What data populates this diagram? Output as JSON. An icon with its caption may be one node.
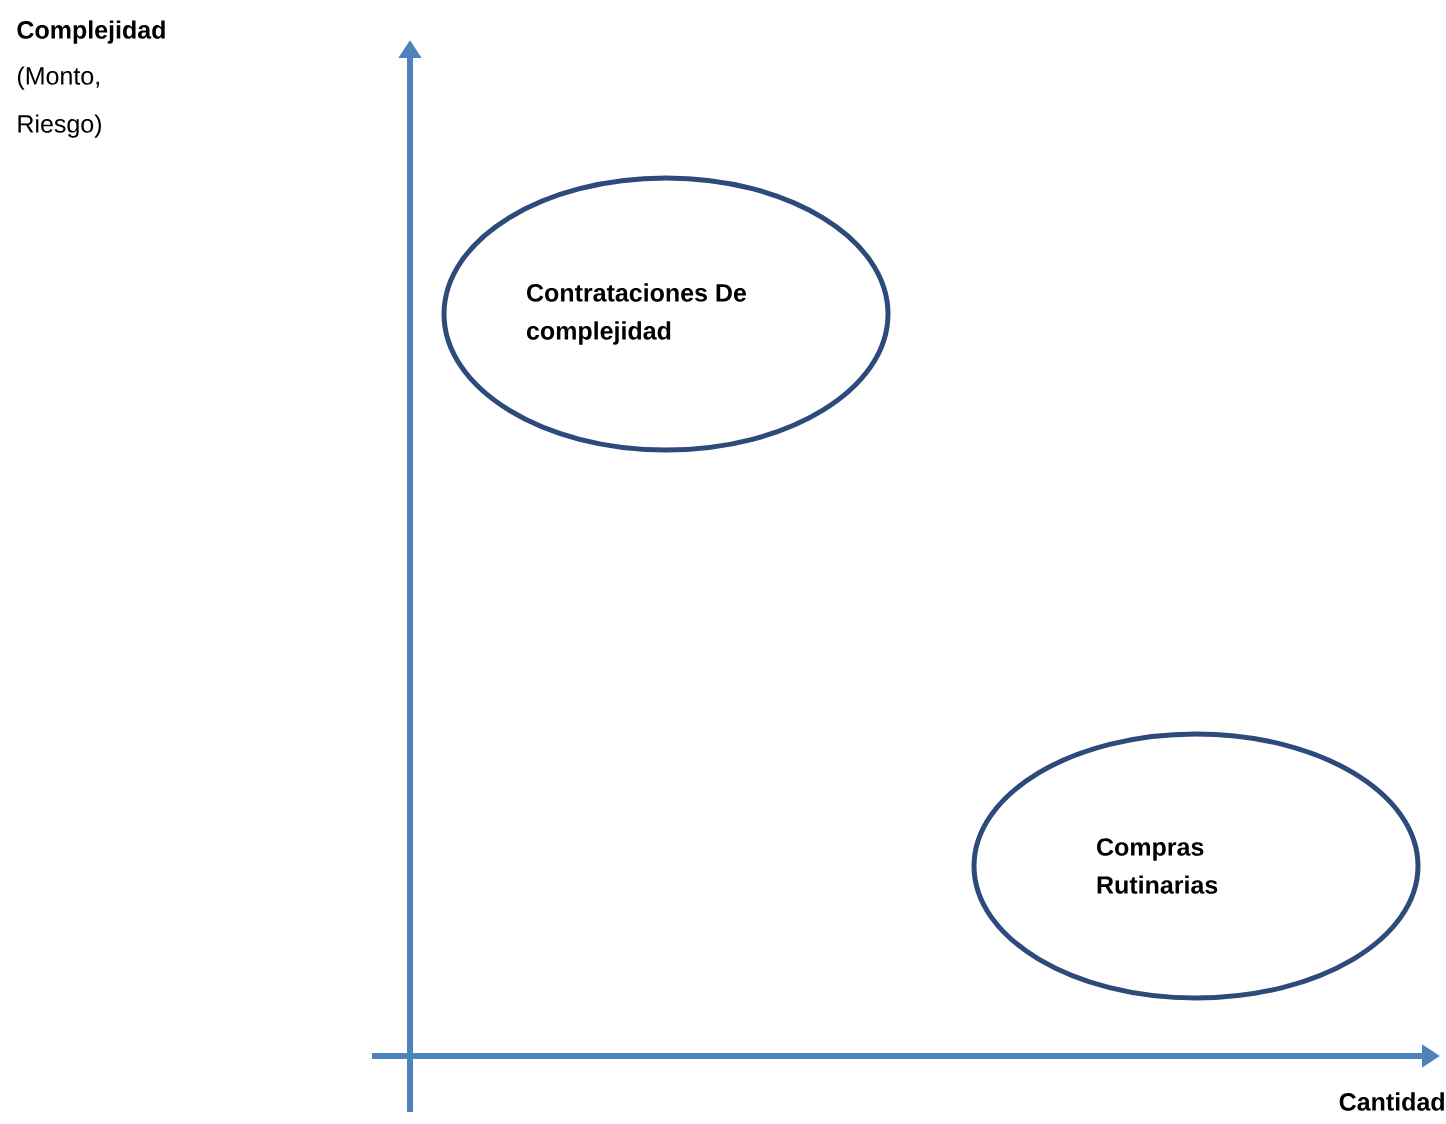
{
  "diagram": {
    "nodes": [
      {
        "text": [
          "Contrataciones De complejidad"
        ]
      },
      {
        "text": [
          "Compras Rutinarias"
        ]
      }
    ],
    "labels": [
      "Complejidad",
      "(Monto, Riesgo)",
      "Cantidad"
    ]
  }
}
